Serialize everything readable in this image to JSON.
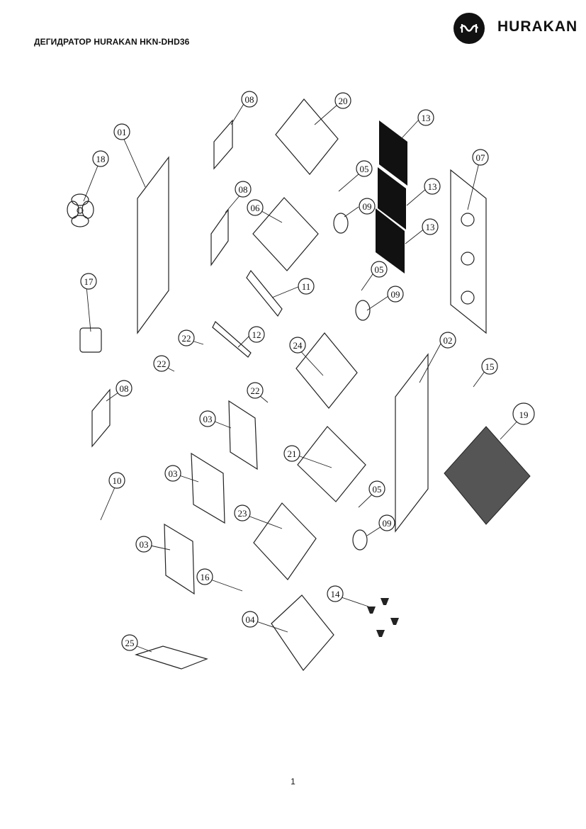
{
  "header": {
    "title": "ДЕГИДРАТОР HURAKAN HKN-DHD36",
    "brand_name": "HURAKAN",
    "logo_icon": "hurakan-wave-logo-icon"
  },
  "callouts": [
    "01",
    "02",
    "03",
    "03",
    "03",
    "04",
    "05",
    "05",
    "05",
    "06",
    "07",
    "08",
    "08",
    "08",
    "09",
    "09",
    "09",
    "10",
    "11",
    "12",
    "13",
    "13",
    "13",
    "14",
    "15",
    "16",
    "17",
    "18",
    "19",
    "20",
    "21",
    "22",
    "22",
    "22",
    "23",
    "24",
    "25"
  ],
  "footer": {
    "page_number": "1"
  }
}
